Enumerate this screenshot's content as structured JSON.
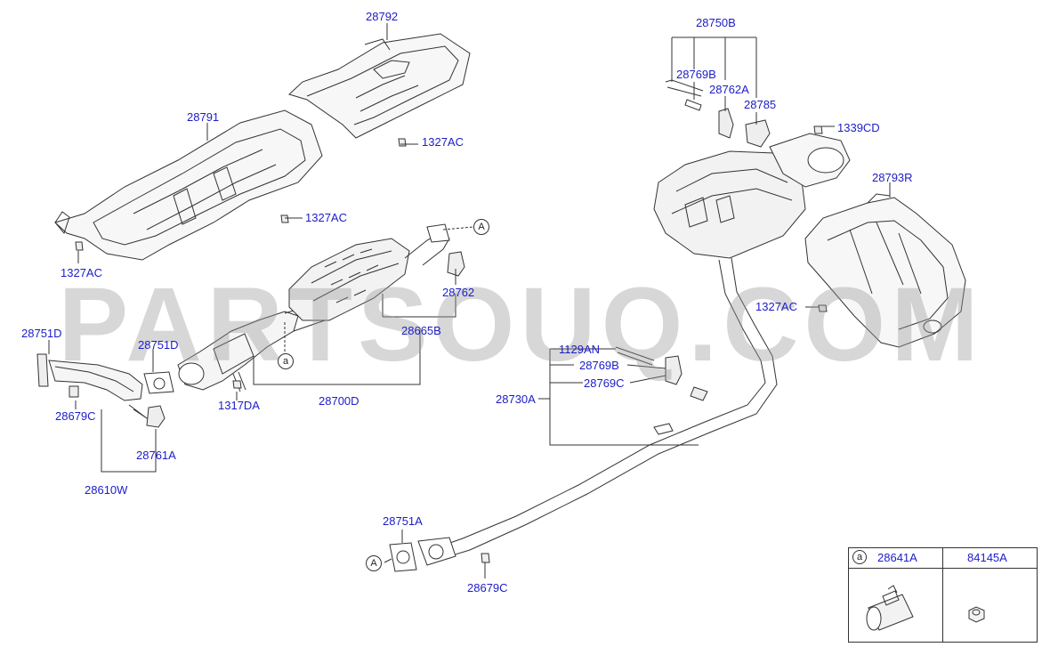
{
  "labels": {
    "p28792": "28792",
    "p28791": "28791",
    "p1327AC_a": "1327AC",
    "p1327AC_b": "1327AC",
    "p1327AC_c": "1327AC",
    "p1327AC_d": "1327AC",
    "p28750B": "28750B",
    "p28769B_a": "28769B",
    "p28762A": "28762A",
    "p28785": "28785",
    "p1339CD": "1339CD",
    "p28793R": "28793R",
    "p28762": "28762",
    "p28665B": "28665B",
    "p28751D_a": "28751D",
    "p28751D_b": "28751D",
    "p28679C_a": "28679C",
    "p28761A": "28761A",
    "p28610W": "28610W",
    "p1317DA": "1317DA",
    "p28700D": "28700D",
    "p1129AN": "1129AN",
    "p28769B_b": "28769B",
    "p28769C": "28769C",
    "p28730A": "28730A",
    "p28751A": "28751A",
    "p28679C_b": "28679C"
  },
  "refs": {
    "a": "a",
    "A": "A"
  },
  "legend": {
    "mark": "a",
    "col1": "28641A",
    "col2": "84145A"
  },
  "watermark": "PARTSOUQ.COM"
}
